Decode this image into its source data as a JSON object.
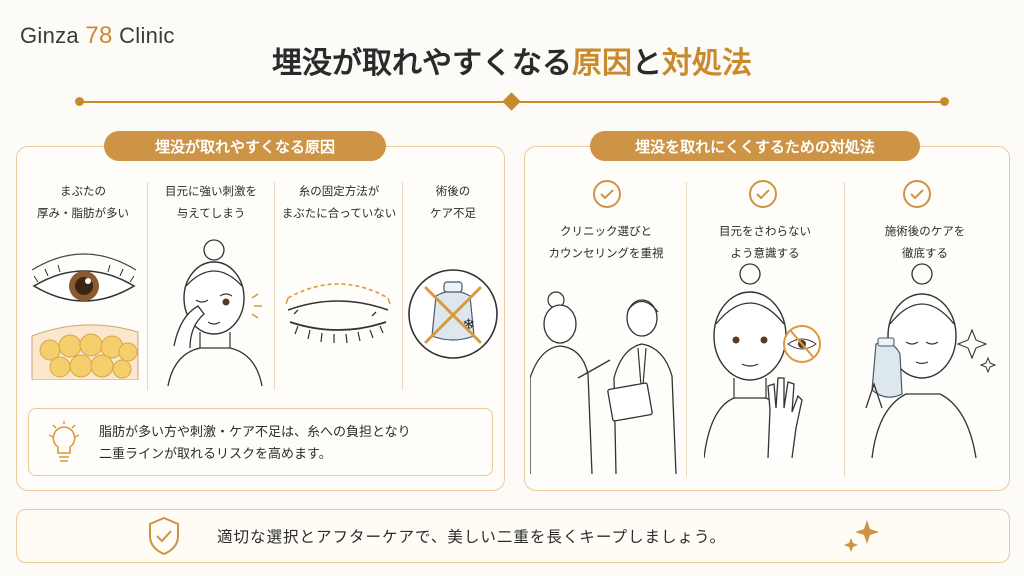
{
  "logo": {
    "prefix": "Ginza ",
    "number": "78",
    "suffix": " Clinic"
  },
  "title": {
    "part1": "埋没が取れやすくなる",
    "part2": "原因",
    "part3": "と",
    "part4": "対処法"
  },
  "causes": {
    "heading": "埋没が取れやすくなる原因",
    "items": [
      {
        "line1": "まぶたの",
        "line2": "厚み・脂肪が多い"
      },
      {
        "line1": "目元に強い刺激を",
        "line2": "与えてしまう"
      },
      {
        "line1": "糸の固定方法が",
        "line2": "まぶたに合っていない"
      },
      {
        "line1": "術後の",
        "line2": "ケア不足"
      }
    ],
    "tip": {
      "line1": "脂肪が多い方や刺激・ケア不足は、糸への負担となり",
      "line2": "二重ラインが取れるリスクを高めます。"
    }
  },
  "solutions": {
    "heading": "埋没を取れにくくするための対処法",
    "items": [
      {
        "line1": "クリニック選びと",
        "line2": "カウンセリングを重視"
      },
      {
        "line1": "目元をさわらない",
        "line2": "よう意識する"
      },
      {
        "line1": "施術後のケアを",
        "line2": "徹底する"
      }
    ]
  },
  "footer": {
    "message": "適切な選択とアフターケアで、美しい二重を長くキープしましょう。"
  },
  "icons": {
    "check": "check-circle-icon",
    "lightbulb": "lightbulb-icon",
    "shield": "shield-check-icon",
    "sparkle": "sparkle-icon"
  },
  "colors": {
    "accent": "#cd9445",
    "border": "#ecc99a",
    "text": "#2b2b2b",
    "background": "#fdfbf8"
  }
}
